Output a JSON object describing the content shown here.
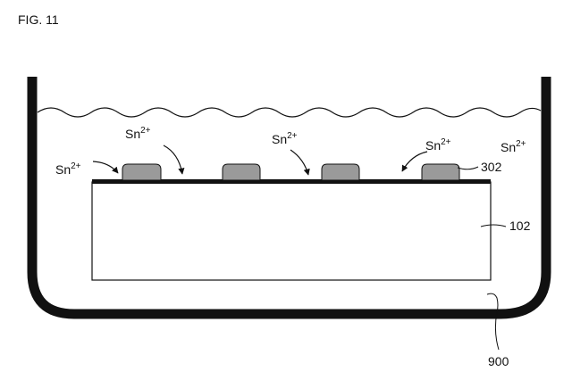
{
  "figure": {
    "title": "FIG. 11",
    "ion_base": "Sn",
    "ion_charge": "2+",
    "labels": {
      "bumps": "302",
      "substrate": "102",
      "bath": "900"
    }
  },
  "colors": {
    "line": "#111111",
    "bump_fill": "#9a9a9a",
    "background": "#ffffff"
  }
}
